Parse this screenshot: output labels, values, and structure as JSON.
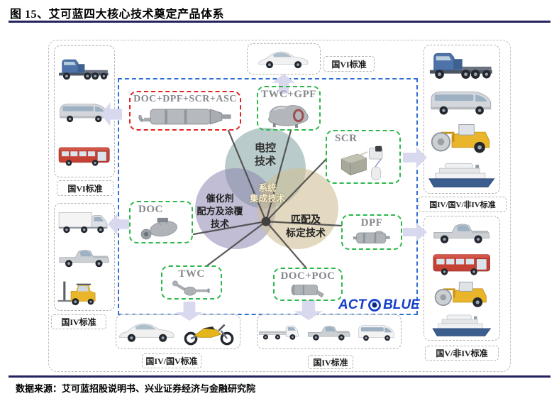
{
  "figure": {
    "title": "图 15、艾可蓝四大核心技术奠定产品体系",
    "source": "数据来源：艾可蓝招股说明书、兴业证券经济与金融研究院"
  },
  "venn": {
    "top": "电控\n技术",
    "left": "催化剂\n配方及涂覆\n技术",
    "right": "匹配及\n标定技术",
    "center": "系统\n集成技术"
  },
  "product_boxes": {
    "doc_dpf_scr_asc": {
      "label": "DOC+DPF+SCR+ASC",
      "style": "red",
      "icon": "muffler_long"
    },
    "twc_gpf": {
      "label": "TWC+GPF",
      "style": "green",
      "icon": "twc_gpf_device"
    },
    "scr": {
      "label": "SCR",
      "style": "green",
      "icon": "scr_device"
    },
    "dpf": {
      "label": "DPF",
      "style": "green",
      "icon": "dpf_device"
    },
    "doc_poc": {
      "label": "DOC+POC",
      "style": "green",
      "icon": "doc_poc_device"
    },
    "twc": {
      "label": "TWC",
      "style": "green",
      "icon": "twc_device"
    },
    "doc": {
      "label": "DOC",
      "style": "green",
      "icon": "doc_device"
    }
  },
  "panels": {
    "left_top": {
      "label": "国VI标准",
      "vehicles": [
        "semi_truck",
        "van",
        "bus"
      ]
    },
    "left_bottom": {
      "label": "国IV标准",
      "vehicles": [
        "box_truck",
        "pickup",
        "forklift"
      ]
    },
    "top_center": {
      "label": "国VI标准",
      "vehicles": [
        "coupe"
      ]
    },
    "right_top": {
      "label": "国IV/国V/非IV标准",
      "vehicles": [
        "semi_truck",
        "van",
        "roller",
        "ship"
      ]
    },
    "right_bottom": {
      "label": "国V/非IV标准",
      "vehicles": [
        "pickup",
        "bus",
        "roller",
        "ship"
      ]
    },
    "bottom_left": {
      "label": "国IV/国V标准",
      "vehicles": [
        "coupe",
        "motorcycle"
      ]
    },
    "bottom_right": {
      "label": "国IV标准",
      "vehicles": [
        "flatbed_truck",
        "pickup",
        "minivan"
      ]
    }
  },
  "logo": {
    "part1": "ACT",
    "part2": "BLUE",
    "color": "#1540c8"
  },
  "colors": {
    "rule_navy": "#23235f",
    "blue_frame": "#2f6fd6",
    "green_box": "#2db84b",
    "red_box": "#e02222",
    "gray_dashed": "#b3b3b3",
    "venn_top": "#7fa19f",
    "venn_left": "#8d87b0",
    "venn_right": "#cfc096",
    "arrow_fill": "#d8d8ee",
    "product_label_gray": "#85888d"
  }
}
